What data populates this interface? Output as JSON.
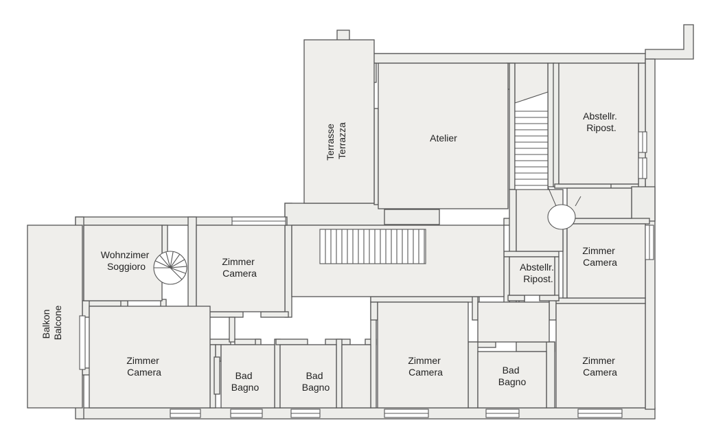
{
  "rooms": {
    "atelier": "Atelier",
    "terrace": [
      "Terrasse",
      "Terrazza"
    ],
    "storage_top": [
      "Abstellr.",
      "Ripost."
    ],
    "storage_mid": [
      "Abstellr.",
      "Ripost."
    ],
    "living": [
      "Wohnzimer",
      "Soggioro"
    ],
    "room_center_left": [
      "Zimmer",
      "Camera"
    ],
    "room_right_mid": [
      "Zimmer",
      "Camera"
    ],
    "balcony": [
      "Balkon",
      "Balcone"
    ],
    "room_bottom_left": [
      "Zimmer",
      "Camera"
    ],
    "bath_1": [
      "Bad",
      "Bagno"
    ],
    "bath_2": [
      "Bad",
      "Bagno"
    ],
    "room_bottom_center": [
      "Zimmer",
      "Camera"
    ],
    "bath_3": [
      "Bad",
      "Bagno"
    ],
    "room_bottom_right": [
      "Zimmer",
      "Camera"
    ]
  }
}
